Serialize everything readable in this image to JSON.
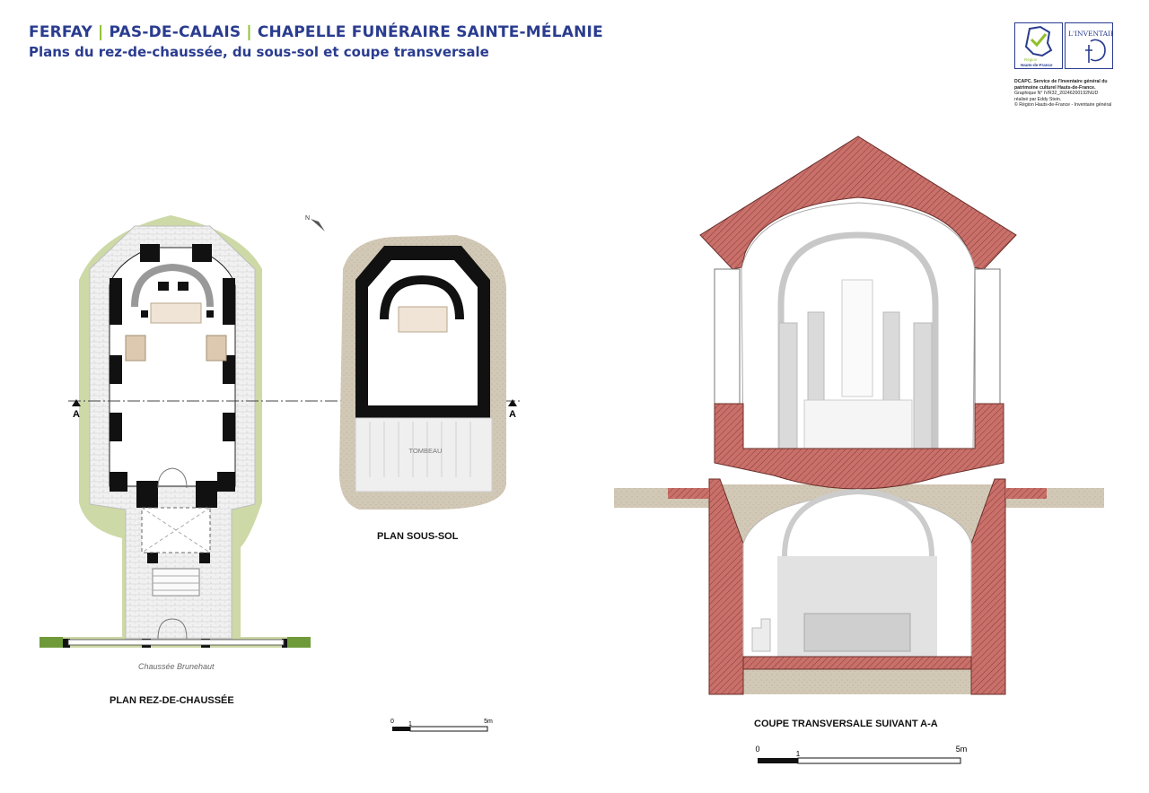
{
  "header": {
    "commune": "FERFAY",
    "department": "PAS-DE-CALAIS",
    "monument": "CHAPELLE FUNÉRAIRE SAINTE-MÉLANIE",
    "separator": "|",
    "subtitle": "Plans du rez-de-chaussée, du sous-sol et coupe transversale"
  },
  "logos": {
    "region_small": "Région",
    "region_name": "Hauts-de-France",
    "inventaire": "L'INVENTAIRE"
  },
  "credits": {
    "line1": "DCAPC. Service de l'Inventaire général du patrimoine culturel Hauts-de-France.",
    "line2": "Graphique N° IVR32_20246200192NUD",
    "line3": "réalisé par Eddy Stein.",
    "line4": "© Région Hauts-de-France - Inventaire général"
  },
  "plans": {
    "ground_floor_label": "PLAN REZ-DE-CHAUSSÉE",
    "basement_label": "PLAN SOUS-SOL",
    "section_label": "COUPE TRANSVERSALE SUIVANT A-A",
    "road_label": "Chaussée Brunehaut",
    "tomb_label": "TOMBEAU",
    "section_marker": "A",
    "north_marker": "N"
  },
  "scales": {
    "zero": "0",
    "one": "1",
    "five": "5m"
  },
  "colors": {
    "title_blue": "#2a3c8f",
    "separator_green": "#8fbf2a",
    "section_red": "#c9706a",
    "vegetation": "#cdd9a6",
    "earth": "#d2c8b6",
    "wall_black": "#111111"
  }
}
